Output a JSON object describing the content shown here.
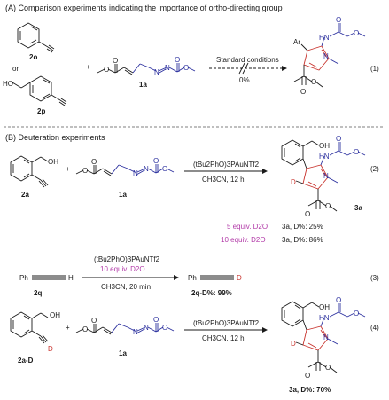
{
  "section_a": {
    "heading": "(A) Comparison experiments indicating the importance of ortho-directing group",
    "or_text": "or",
    "oh_label": "HO",
    "plus": "+",
    "cpd_2o": "2o",
    "cpd_2p": "2p",
    "cpd_1a": "1a",
    "conditions": "Standard conditions",
    "yield": "0%",
    "eq_num": "(1)",
    "product_ar": "Ar",
    "product_hn": "HN",
    "product_n": "N",
    "product_o": "O"
  },
  "section_b": {
    "heading": "(B) Deuteration experiments",
    "rxn2": {
      "sm": "2a",
      "oh": "OH",
      "reagent": "1a",
      "catalyst": "(tBu2PhO)3PAuNTf2",
      "solvent": "CH3CN, 12 h",
      "product": "3a",
      "product_oh": "OH",
      "product_hn": "HN",
      "product_n": "N",
      "d_label": "D",
      "eq_num": "(2)",
      "result1_cond": "5 equiv. D2O",
      "result1_val": "3a, D%: 25%",
      "result2_cond": "10 equiv. D2O",
      "result2_val": "3a, D%: 86%"
    },
    "rxn3": {
      "sm_left": "Ph",
      "sm_right": "H",
      "sm_label": "2q",
      "catalyst": "(tBu2PhO)3PAuNTf2",
      "additive": "10 equiv. D2O",
      "solvent": "CH3CN, 20 min",
      "prod_left": "Ph",
      "prod_right": "D",
      "prod_label": "2q-D%: 99%",
      "eq_num": "(3)"
    },
    "rxn4": {
      "sm": "2a-D",
      "oh": "OH",
      "d_label": "D",
      "reagent": "1a",
      "catalyst": "(tBu2PhO)3PAuNTf2",
      "solvent": "CH3CN, 12 h",
      "product_oh": "OH",
      "product_hn": "HN",
      "product_n": "N",
      "product_d": "D",
      "product_label": "3a, D%: 70%",
      "eq_num": "(4)"
    }
  },
  "colors": {
    "pyrazole_blue": "#2a2f9e",
    "ring_red": "#c8322c",
    "d2o_purple": "#b23aa8",
    "text": "#1a1a1a"
  }
}
